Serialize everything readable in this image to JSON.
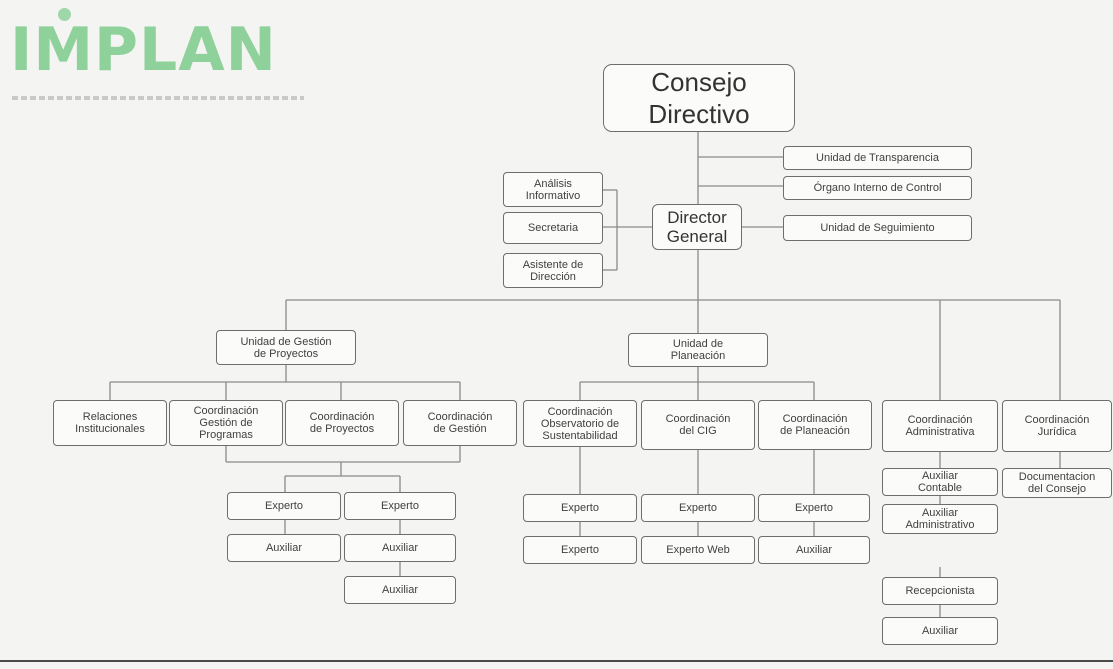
{
  "logo": {
    "text": "IMPLAN"
  },
  "nodes": {
    "consejo": "Consejo\nDirectivo",
    "director": "Director\nGeneral",
    "transparencia": "Unidad de Transparencia",
    "organo": "Órgano Interno de Control",
    "seguimiento": "Unidad de Seguimiento",
    "analisis": "Análisis\nInformativo",
    "secretaria": "Secretaria",
    "asistente": "Asistente de\nDirección",
    "ugp": "Unidad de Gestión\nde Proyectos",
    "up": "Unidad de\nPlaneación",
    "relaciones": "Relaciones\nInstitucionales",
    "coord_programas": "Coordinación\nGestión de\nProgramas",
    "coord_proyectos": "Coordinación\nde Proyectos",
    "coord_gestion": "Coordinación\nde Gestión",
    "coord_observatorio": "Coordinación\nObservatorio de\nSustentabilidad",
    "coord_cig": "Coordinación\ndel CIG",
    "coord_planeacion": "Coordinación\nde Planeación",
    "coord_admin": "Coordinación\nAdministrativa",
    "coord_juridica": "Coordinación\nJurídica",
    "ugp_experto1": "Experto",
    "ugp_experto2": "Experto",
    "ugp_auxiliar1": "Auxiliar",
    "ugp_auxiliar2": "Auxiliar",
    "ugp_auxiliar3": "Auxiliar",
    "obs_experto1": "Experto",
    "obs_experto2": "Experto",
    "cig_experto": "Experto",
    "cig_web": "Experto Web",
    "plan_experto": "Experto",
    "plan_auxiliar": "Auxiliar",
    "aux_contable": "Auxiliar\nContable",
    "aux_admin": "Auxiliar\nAdministrativo",
    "recepcionista": "Recepcionista",
    "admin_auxiliar": "Auxiliar",
    "documentacion": "Documentacion\ndel Consejo"
  }
}
